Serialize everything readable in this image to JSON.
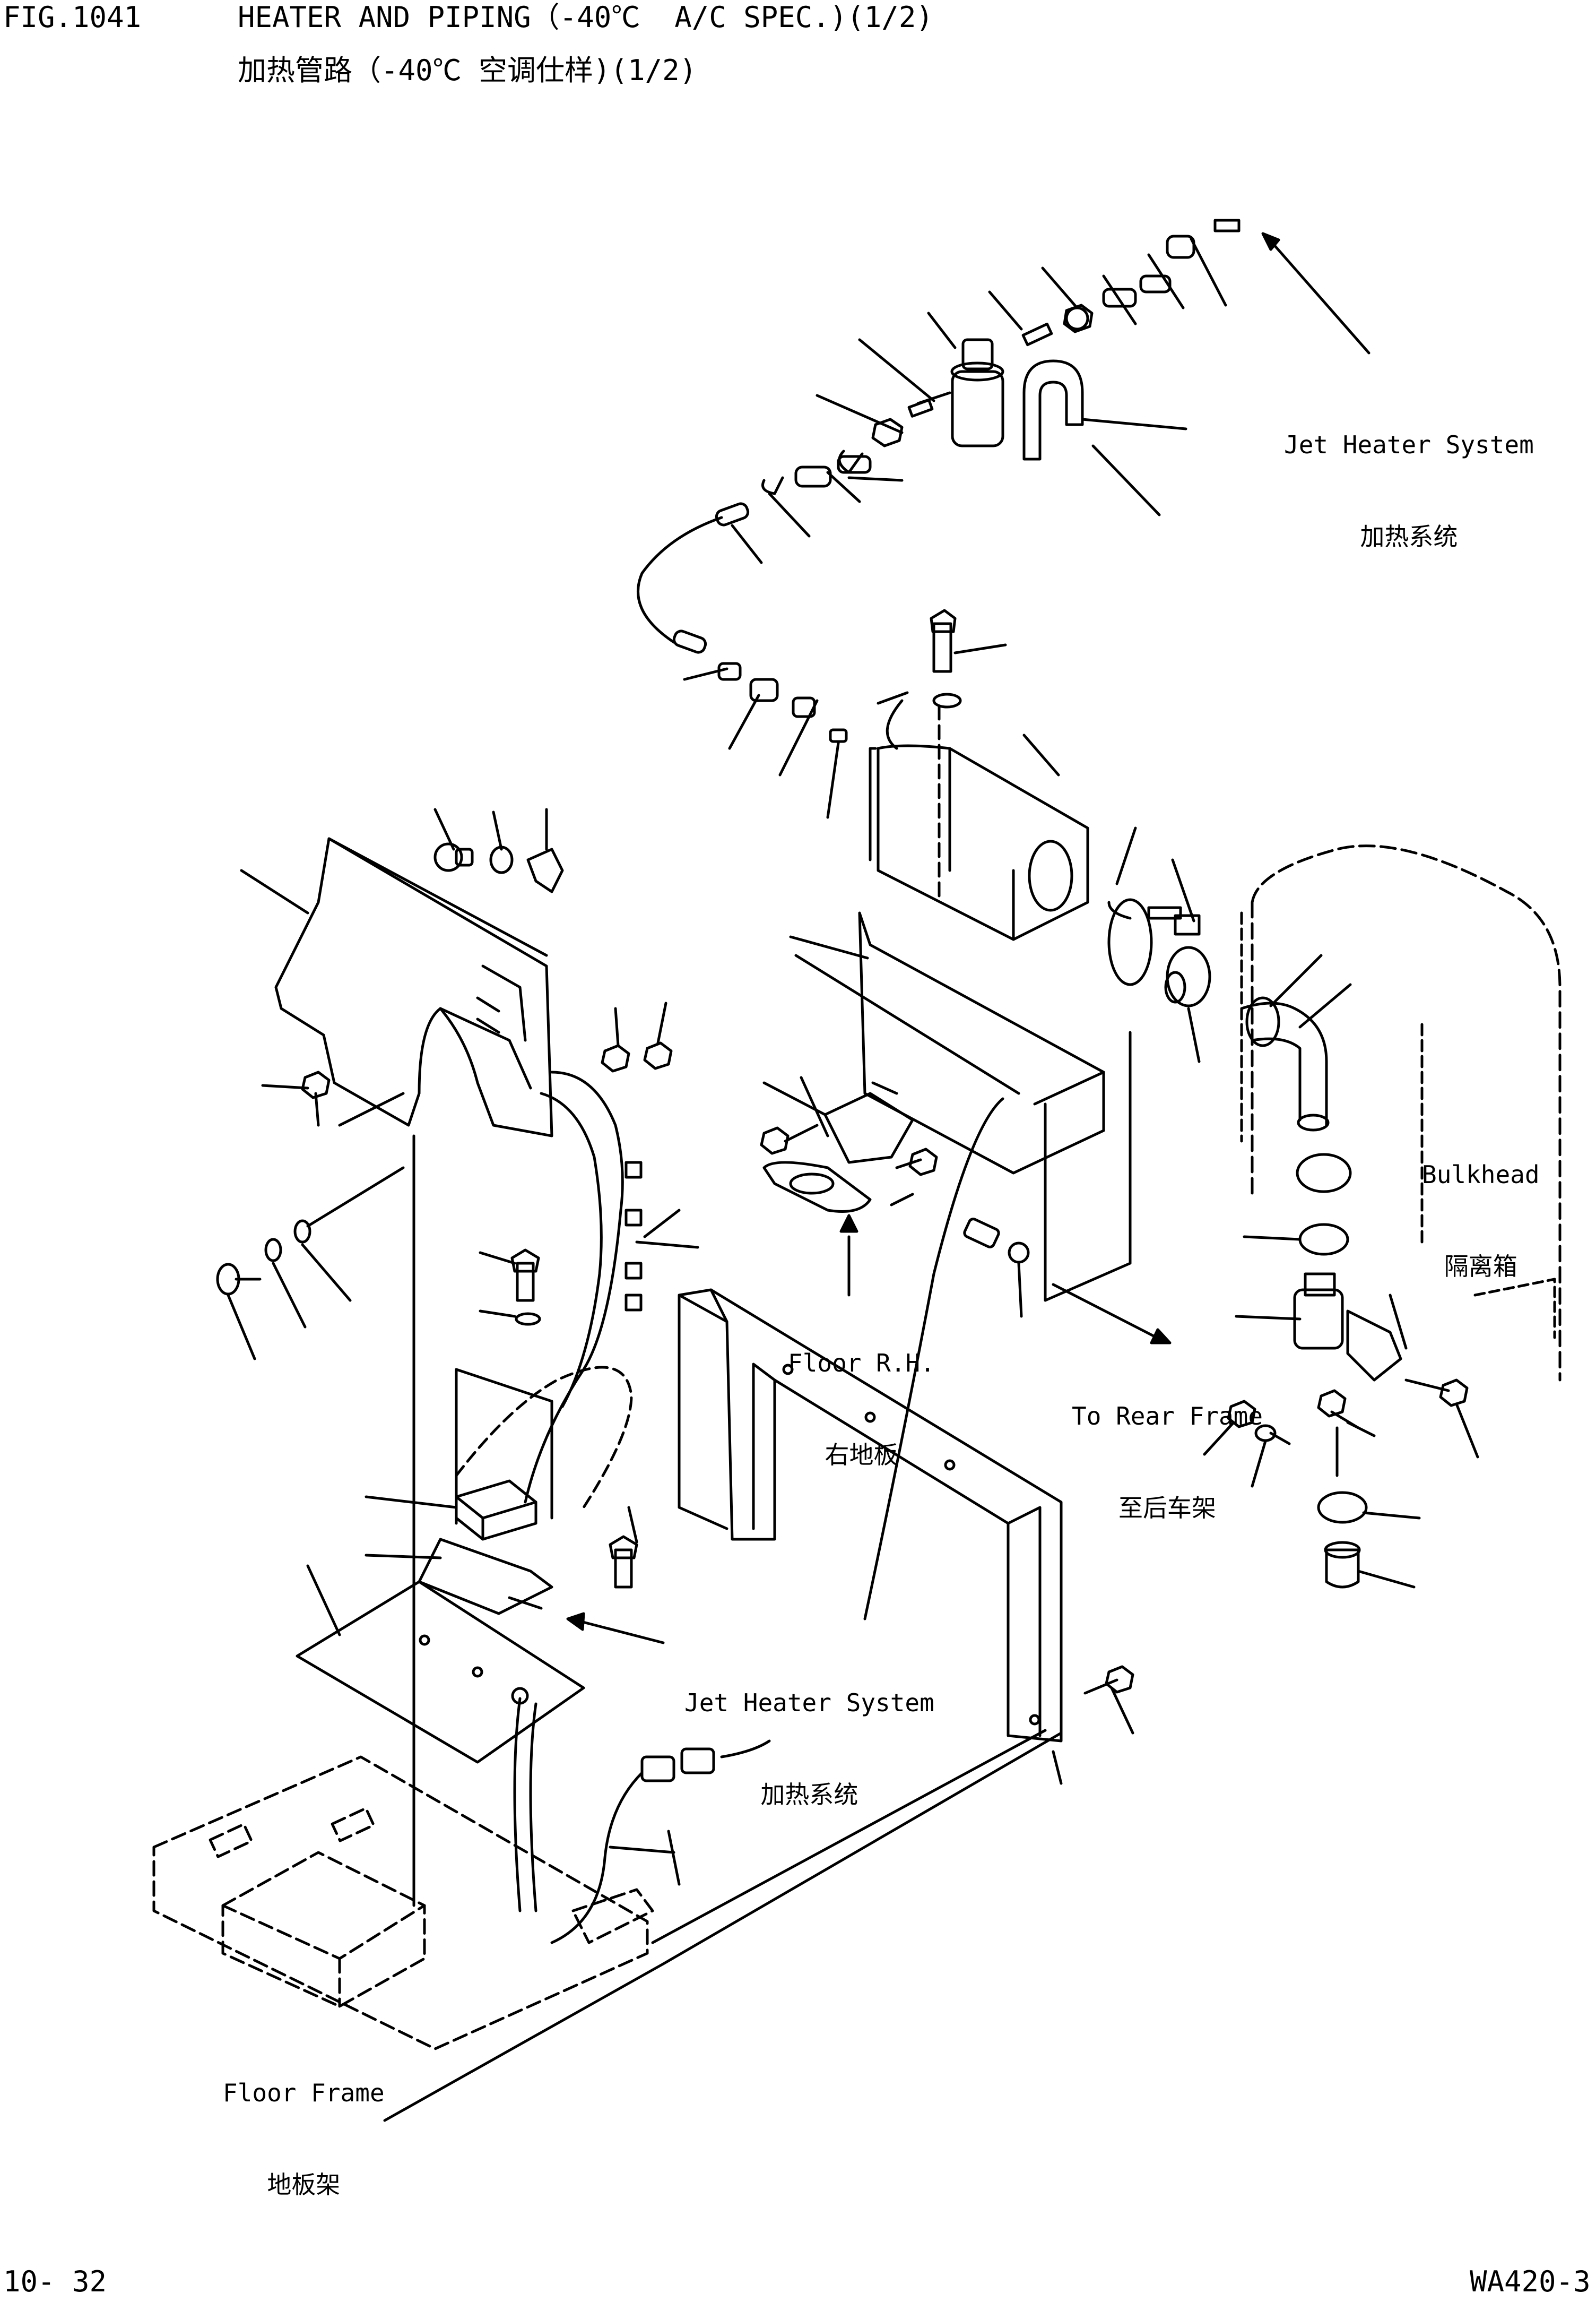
{
  "header": {
    "fig_number": "FIG.1041",
    "title_en": "HEATER AND PIPING（-40℃  A/C SPEC.)(1/2)",
    "title_zh": "加热管路（-40℃ 空调仕样)(1/2)"
  },
  "callouts": {
    "jet_heater_top": {
      "en": "Jet Heater System",
      "zh": "加热系统"
    },
    "bulkhead": {
      "en": "Bulkhead",
      "zh": "隔离箱"
    },
    "floor_rh": {
      "en": "Floor R.H.",
      "zh": "右地板"
    },
    "to_rear_frame": {
      "en": "To Rear Frame",
      "zh": "至后车架"
    },
    "jet_heater_mid": {
      "en": "Jet Heater System",
      "zh": "加热系统"
    },
    "floor_frame": {
      "en": "Floor Frame",
      "zh": "地板架"
    }
  },
  "footer": {
    "page": "10- 32",
    "model": "WA420-3"
  }
}
